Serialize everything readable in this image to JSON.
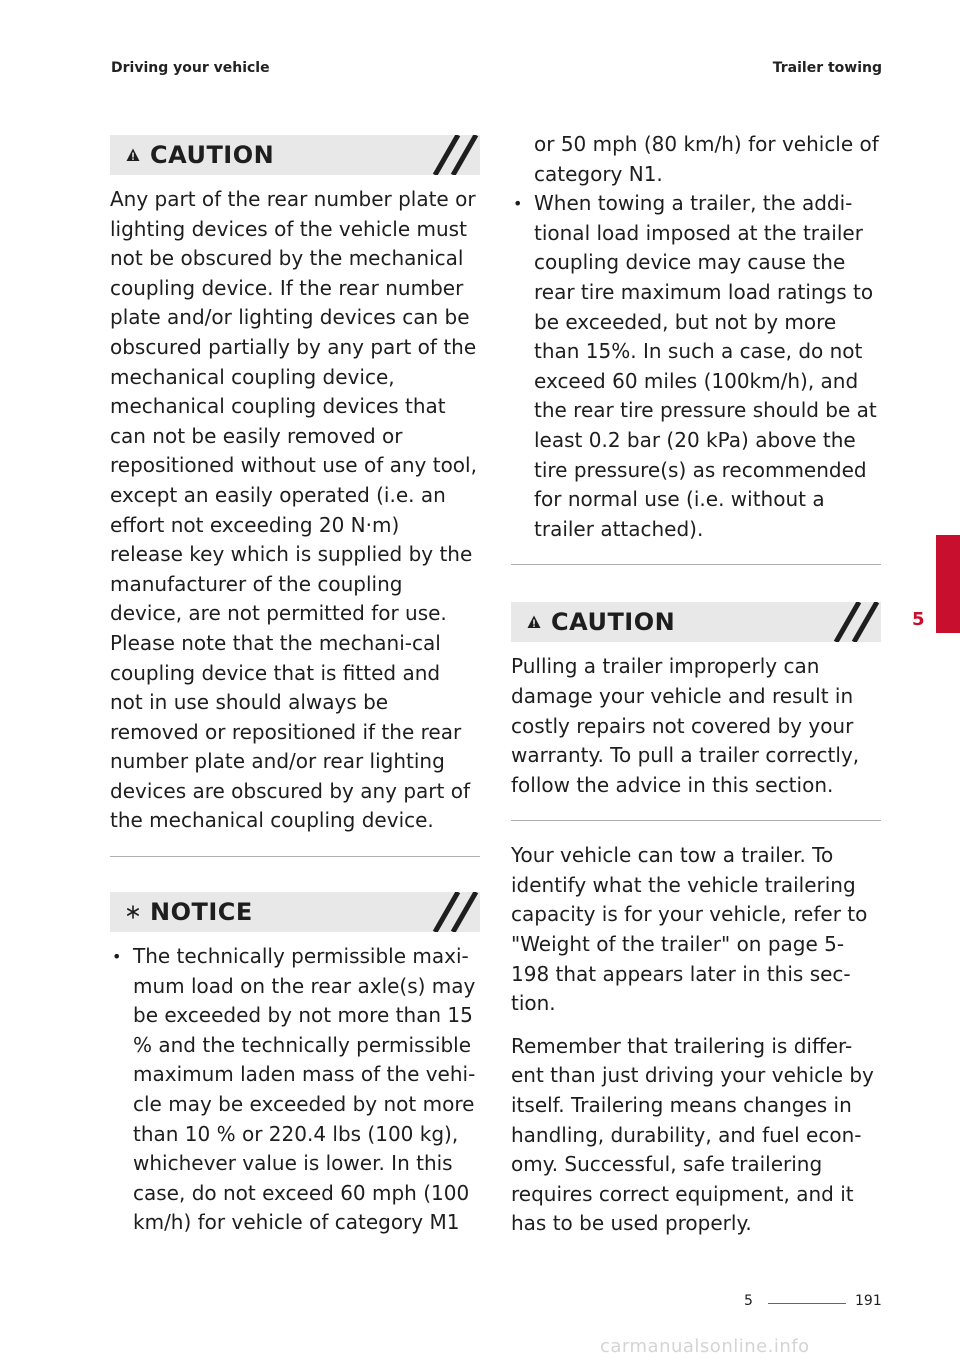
{
  "header": {
    "chapter_title": "Driving your vehicle",
    "section_title": "Trailer towing"
  },
  "left_column": {
    "caution": {
      "label": "CAUTION",
      "text": "Any part of the rear number plate or lighting devices of the vehicle must not be obscured by the mechanical coupling device. If the rear number plate and/or lighting devices can be obscured partially by any part of the mechanical coupling device, mechanical coupling devices that can not be easily removed or repositioned without use of any tool, except an easily operated (i.e. an effort not exceeding 20 N·m) release key which is supplied by the manufacturer of the coupling device, are not permitted for use. Please note that the mechani-cal coupling device that is fitted and not in use should always be removed or repositioned if the rear number plate and/or rear lighting devices are obscured by any part of the mechanical coupling device."
    },
    "notice": {
      "label": "NOTICE",
      "bullet_1": "The technically permissible maxi-mum load on the rear axle(s) may be exceeded by not more than 15 % and the technically permissible maximum laden mass of the vehi-cle may be exceeded by not more than 10 % or 220.4 lbs (100 kg), whichever value is lower. In this case, do not exceed 60 mph (100 km/h) for vehicle of category M1"
    }
  },
  "right_column": {
    "continued_text": "or 50 mph (80 km/h) for vehicle of category N1.",
    "bullet_2": "When towing a trailer, the addi-tional load imposed at the trailer coupling device may cause the rear tire maximum load ratings to be exceeded, but not by more than 15%. In such a case, do not exceed 60 miles (100km/h), and the rear tire pressure should be at least 0.2 bar (20 kPa) above the tire pressure(s) as recommended for normal use (i.e. without a trailer attached).",
    "caution": {
      "label": "CAUTION",
      "text": "Pulling a trailer improperly can damage your vehicle and result in costly repairs not covered by your warranty. To pull a trailer correctly, follow the advice in this section."
    },
    "paragraph_1": "Your vehicle can tow a trailer. To identify what the vehicle trailering capacity is for your vehicle, refer to \"Weight of the trailer\" on page 5-198 that appears later in this sec-tion.",
    "paragraph_2": "Remember that trailering is differ-ent than just driving your vehicle by itself. Trailering means changes in handling, durability, and fuel econ-omy. Successful, safe trailering requires correct equipment, and it has to be used properly."
  },
  "side_tab": {
    "chapter_number": "5",
    "color": "#c8102e"
  },
  "footer": {
    "chapter": "5",
    "page": "191"
  },
  "watermark": "carmanualsonline.info",
  "bullet_glyph": "•"
}
